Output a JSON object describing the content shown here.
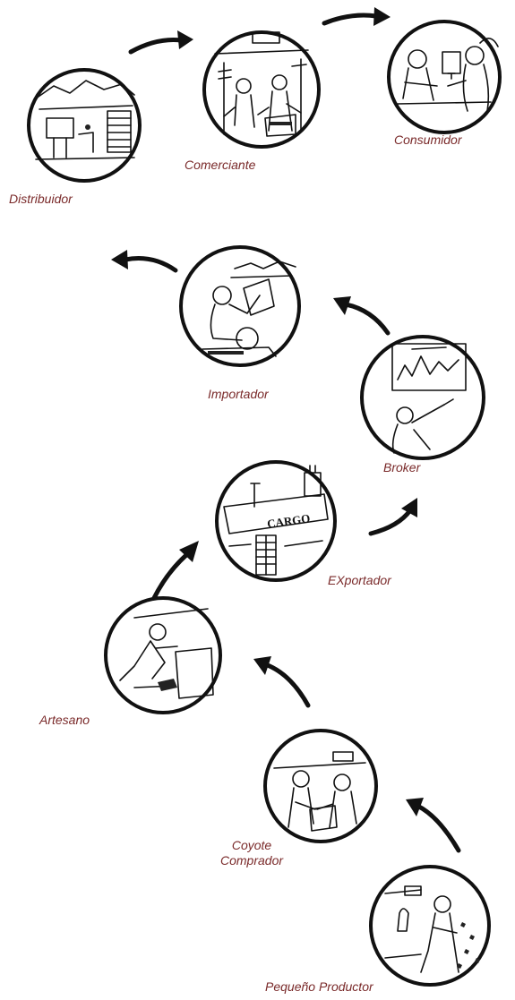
{
  "nodes": [
    {
      "id": "distribuidor",
      "label": "Distribuidor"
    },
    {
      "id": "comerciante",
      "label": "Comerciante"
    },
    {
      "id": "consumidor",
      "label": "Consumidor"
    },
    {
      "id": "importador",
      "label": "Importador"
    },
    {
      "id": "broker",
      "label": "Broker"
    },
    {
      "id": "exportador",
      "label": "EXportador"
    },
    {
      "id": "artesano",
      "label": "Artesano"
    },
    {
      "id": "coyote",
      "label_line1": "Coyote",
      "label_line2": "Comprador"
    },
    {
      "id": "pequeno",
      "label": "Pequeño Productor"
    }
  ],
  "illustrations": {
    "exportador_sign": "CARGO"
  },
  "colors": {
    "label": "#7a2a2a",
    "ink": "#111111",
    "background": "#ffffff"
  }
}
